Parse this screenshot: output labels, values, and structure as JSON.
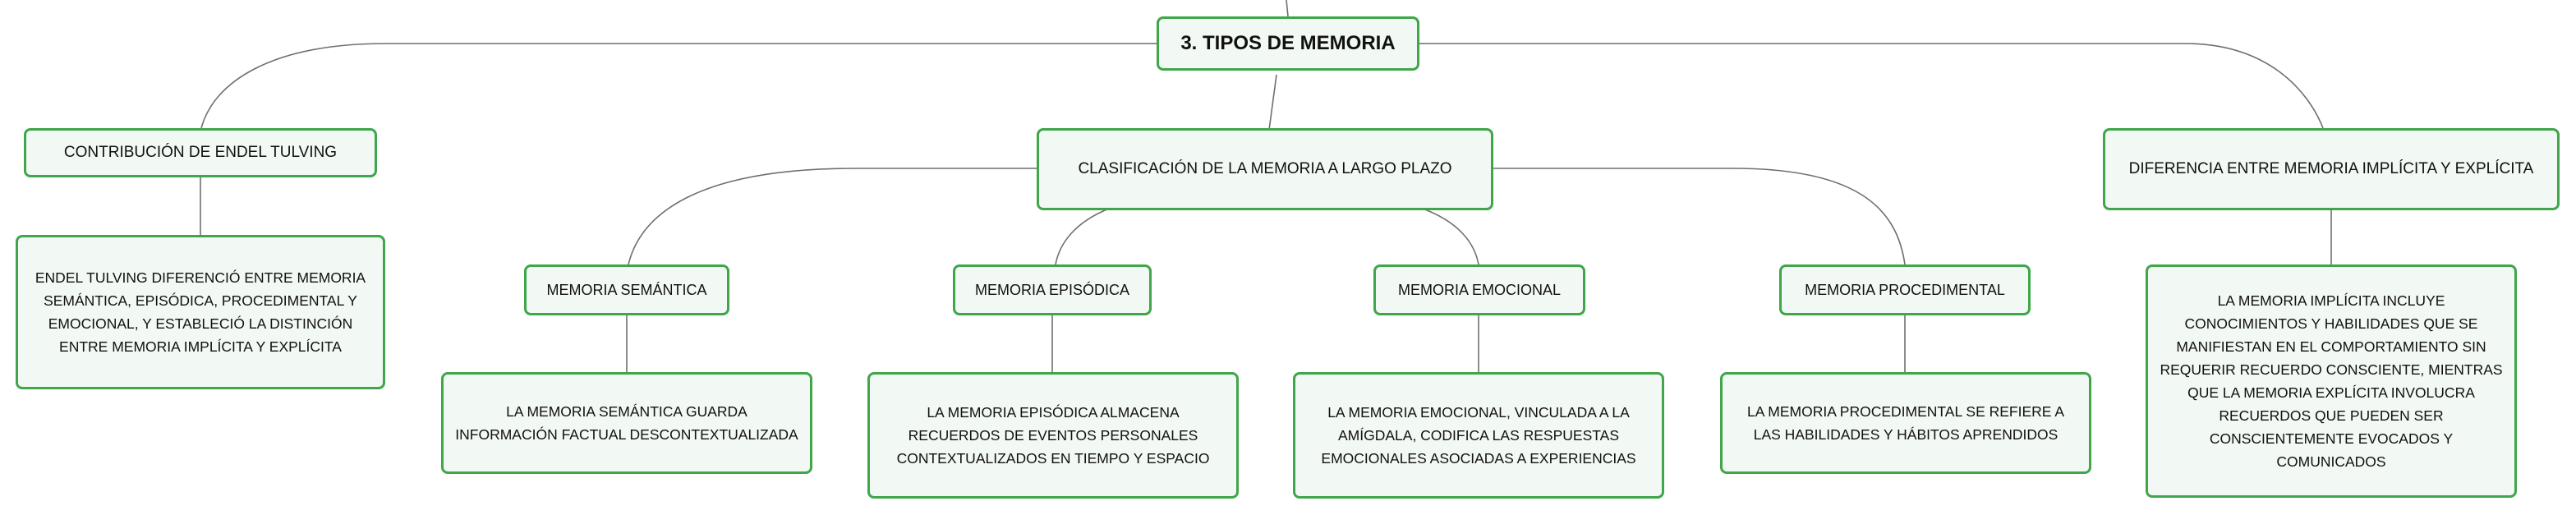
{
  "root": {
    "label": "3. TIPOS DE MEMORIA"
  },
  "branches": {
    "tulving": {
      "label": "CONTRIBUCIÓN DE ENDEL TULVING",
      "detail": "ENDEL TULVING DIFERENCIÓ ENTRE MEMORIA SEMÁNTICA, EPISÓDICA, PROCEDIMENTAL Y EMOCIONAL, Y ESTABLECIÓ LA DISTINCIÓN ENTRE MEMORIA IMPLÍCITA Y EXPLÍCITA"
    },
    "classification": {
      "label": "CLASIFICACIÓN DE LA MEMORIA A LARGO PLAZO",
      "children": [
        {
          "label": "MEMORIA SEMÁNTICA",
          "detail": "LA MEMORIA SEMÁNTICA GUARDA INFORMACIÓN FACTUAL DESCONTEXTUALIZADA"
        },
        {
          "label": "MEMORIA EPISÓDICA",
          "detail": "LA MEMORIA EPISÓDICA ALMACENA RECUERDOS DE EVENTOS PERSONALES CONTEXTUALIZADOS EN TIEMPO Y ESPACIO"
        },
        {
          "label": "MEMORIA EMOCIONAL",
          "detail": "LA MEMORIA EMOCIONAL, VINCULADA A LA AMÍGDALA, CODIFICA LAS RESPUESTAS EMOCIONALES ASOCIADAS A EXPERIENCIAS"
        },
        {
          "label": "MEMORIA PROCEDIMENTAL",
          "detail": "LA MEMORIA PROCEDIMENTAL SE REFIERE A LAS HABILIDADES Y HÁBITOS APRENDIDOS"
        }
      ]
    },
    "implicit_explicit": {
      "label": "DIFERENCIA ENTRE MEMORIA IMPLÍCITA Y EXPLÍCITA",
      "detail": "LA MEMORIA IMPLÍCITA INCLUYE CONOCIMIENTOS Y HABILIDADES QUE SE MANIFIESTAN EN EL COMPORTAMIENTO SIN REQUERIR RECUERDO CONSCIENTE, MIENTRAS QUE LA MEMORIA EXPLÍCITA INVOLUCRA RECUERDOS QUE PUEDEN SER CONSCIENTEMENTE EVOCADOS Y COMUNICADOS"
    }
  },
  "colors": {
    "node_border": "#3fa64a",
    "node_fill": "#f2f8f3",
    "connector": "#6f6f6f"
  }
}
